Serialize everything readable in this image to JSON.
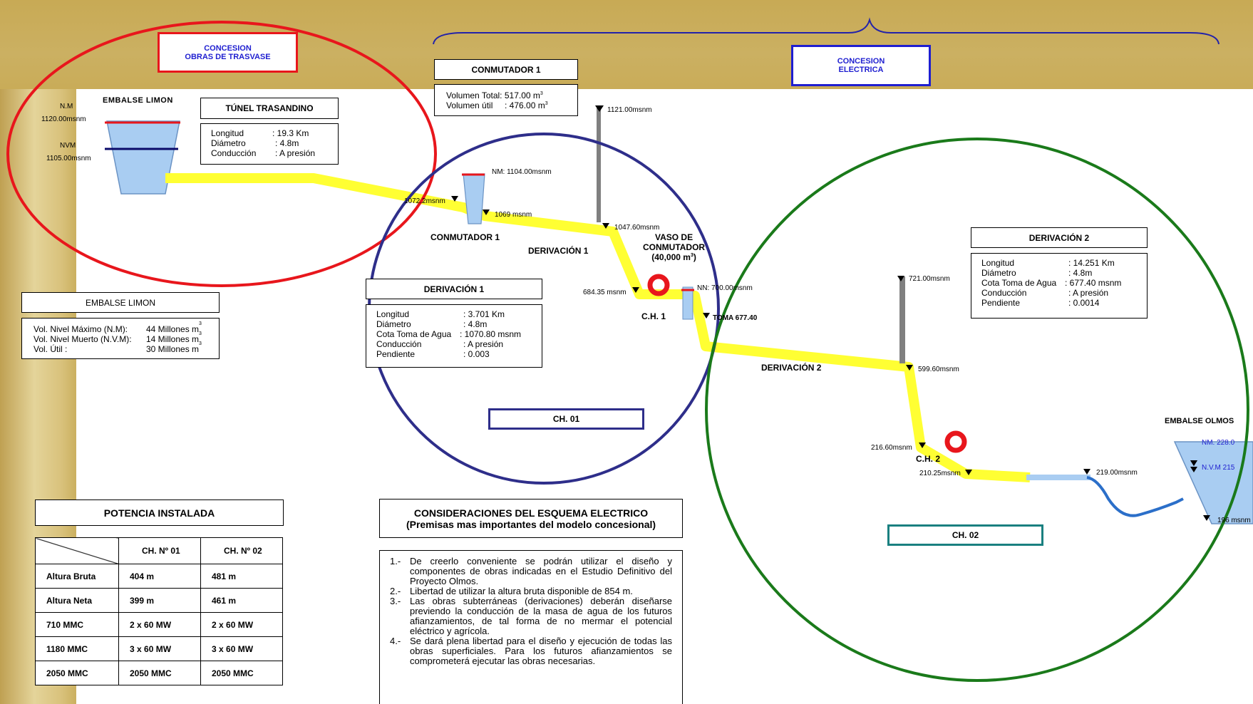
{
  "concesion_trasvase": {
    "line1": "CONCESION",
    "line2": "OBRAS DE TRASVASE"
  },
  "concesion_electrica": {
    "line1": "CONCESION",
    "line2": "ELECTRICA"
  },
  "embalse_limon_top": "EMBALSE LIMON",
  "nm_limon": {
    "label": "N.M",
    "value": "1120.00msnm"
  },
  "nvm_limon": {
    "label": "NVM",
    "value": "1105.00msnm"
  },
  "tunel": {
    "title": "TÚNEL TRASANDINO",
    "rows": [
      {
        "k": "Longitud",
        "v": ": 19.3 Km"
      },
      {
        "k": "Diámetro",
        "v": ": 4.8m"
      },
      {
        "k": "Conducción",
        "v": ": A presión"
      }
    ]
  },
  "conmutador_box": {
    "title": "CONMUTADOR 1",
    "vol_total_label": "Volumen Total:",
    "vol_total_value": "517.00 m",
    "vol_util_label": "Volumen útil",
    "vol_util_value": ": 476.00 m",
    "sup": "3"
  },
  "elevations": {
    "e1121": "1121.00msnm",
    "e1104": "NM: 1104.00msnm",
    "e1072": "1072.2msnm",
    "e1069": "1069 msnm",
    "e1047": "1047.60msnm",
    "e684": "684.35 msnm",
    "e700": "NN: 700.00msnm",
    "toma": "TOMA 677.40",
    "e721": "721.00msnm",
    "e599": "599.60msnm",
    "e216": "216.60msnm",
    "e210": "210.25msnm",
    "e219": "219.00msnm",
    "nm228": "NM.  228.0",
    "nvm215": "N.V.M  215",
    "e196": "196 msnm"
  },
  "labels": {
    "conmutador1": "CONMUTADOR  1",
    "derivacion1": "DERIVACIÓN  1",
    "vaso1": "VASO DE",
    "vaso2": "CONMUTADOR",
    "vaso3": "(40,000 m",
    "vaso3_sup": "3",
    "vaso3_end": ")",
    "ch1": "C.H. 1",
    "derivacion2": "DERIVACIÓN  2",
    "ch2": "C.H. 2",
    "embalse_olmos": "EMBALSE OLMOS"
  },
  "embalse_limon_box": {
    "title": "EMBALSE LIMON",
    "rows": [
      {
        "k": "Vol. Nivel Máximo (N.M):",
        "v": "44 Millones m"
      },
      {
        "k": "Vol. Nivel Muerto (N.V.M):",
        "v": "14  Millones m"
      },
      {
        "k": "Vol. Útil :",
        "v": "30 Millones m"
      }
    ],
    "sup": "3"
  },
  "derivacion1_box": {
    "title": "DERIVACIÓN  1",
    "rows": [
      {
        "k": "Longitud",
        "v": ":  3.701 Km"
      },
      {
        "k": "Diámetro",
        "v": ": 4.8m"
      },
      {
        "k": "Cota Toma de Agua",
        "v": ": 1070.80 msnm"
      },
      {
        "k": "Conducción",
        "v": ": A presión"
      },
      {
        "k": "Pendiente",
        "v": ": 0.003"
      }
    ]
  },
  "derivacion2_box": {
    "title": "DERIVACIÓN  2",
    "rows": [
      {
        "k": "Longitud",
        "v": ":  14.251 Km"
      },
      {
        "k": "Diámetro",
        "v": ": 4.8m"
      },
      {
        "k": "Cota Toma de Agua",
        "v": ": 677.40 msnm"
      },
      {
        "k": "Conducción",
        "v": ": A presión"
      },
      {
        "k": "Pendiente",
        "v": ": 0.0014"
      }
    ]
  },
  "ch01": "CH. 01",
  "ch02": "CH. 02",
  "potencia": {
    "title": "POTENCIA INSTALADA",
    "headers": [
      "CH. Nº 01",
      "CH. Nº 02"
    ],
    "rows": [
      [
        "Altura Bruta",
        "404 m",
        "481 m"
      ],
      [
        "Altura Neta",
        "399 m",
        "461 m"
      ],
      [
        "710 MMC",
        "2 x 60 MW",
        "2 x 60 MW"
      ],
      [
        "1180 MMC",
        "3 x 60 MW",
        "3 x 60 MW"
      ],
      [
        "2050 MMC",
        "2050 MMC",
        "2050 MMC"
      ]
    ]
  },
  "consideraciones": {
    "title1": "CONSIDERACIONES  DEL  ESQUEMA  ELECTRICO",
    "title2": "(Premisas mas importantes del modelo  concesional)",
    "items": [
      {
        "n": "1.-",
        "t": "De creerlo conveniente se podrán utilizar el diseño y componentes de obras indicadas en el Estudio Definitivo del Proyecto Olmos."
      },
      {
        "n": "2.-",
        "t": "Libertad de utilizar la altura bruta disponible de 854 m."
      },
      {
        "n": "3.-",
        "t": "Las obras subterráneas (derivaciones) deberán diseñarse previendo la conducción de la masa de agua de los futuros afianzamientos, de tal forma de no mermar el potencial eléctrico y agrícola."
      },
      {
        "n": "4.-",
        "t": "Se dará plena libertad para el diseño y ejecución de todas las obras superficiales. Para los futuros afianzamientos se comprometerá ejecutar las obras necesarias."
      }
    ]
  },
  "colors": {
    "gold": "#c8aa55",
    "red": "#e8161c",
    "blue_circle": "#2e2e8a",
    "green_circle": "#1a7a1a",
    "pipe": "#ffff33",
    "water": "#a9cdf2",
    "brace": "#2222aa"
  }
}
